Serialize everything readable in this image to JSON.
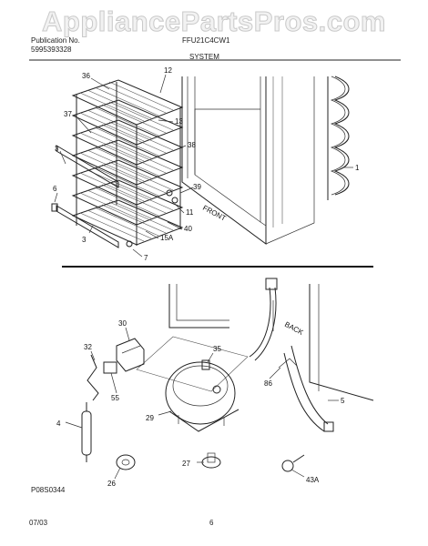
{
  "watermark": "AppliancePartsPros.com",
  "header": {
    "publication_label": "Publication No.",
    "publication_number": "5995393328",
    "model": "FFU21C4CW1",
    "section": "SYSTEM"
  },
  "footer": {
    "diagram_code": "P08S0344",
    "date": "07/03",
    "page": "6"
  },
  "callouts": {
    "c36": "36",
    "c12": "12",
    "c37": "37",
    "c13": "13",
    "c38": "38",
    "c3a": "3",
    "c1": "1",
    "c6": "6",
    "c39": "39",
    "c11": "11",
    "c40": "40",
    "c3b": "3",
    "c15A": "15A",
    "c7": "7",
    "c30": "30",
    "c32": "32",
    "c35": "35",
    "c55": "55",
    "c86": "86",
    "c5": "5",
    "c29": "29",
    "c4": "4",
    "c26": "26",
    "c27": "27",
    "c43A": "43A"
  },
  "part_text": {
    "front": "FRONT",
    "back": "BACK"
  }
}
